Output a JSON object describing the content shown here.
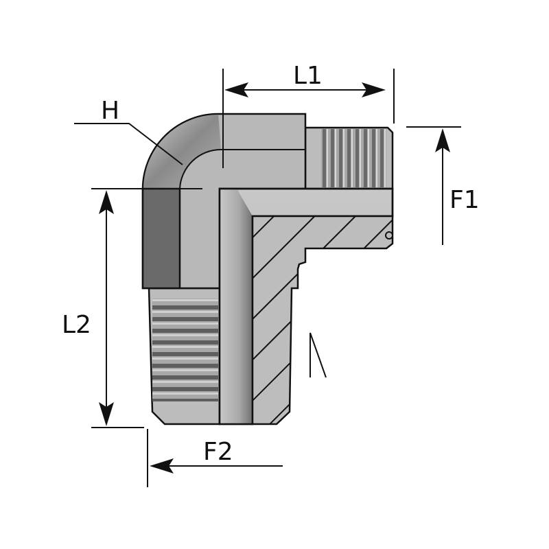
{
  "diagram": {
    "type": "90-degree elbow fitting technical drawing",
    "dimensions": {
      "l1": "L1",
      "l2": "L2",
      "f1": "F1",
      "f2": "F2",
      "h": "H"
    },
    "colors": {
      "body": "#b8b8b8",
      "hex_dark": "#6a6a6a",
      "outline": "#111111"
    }
  }
}
